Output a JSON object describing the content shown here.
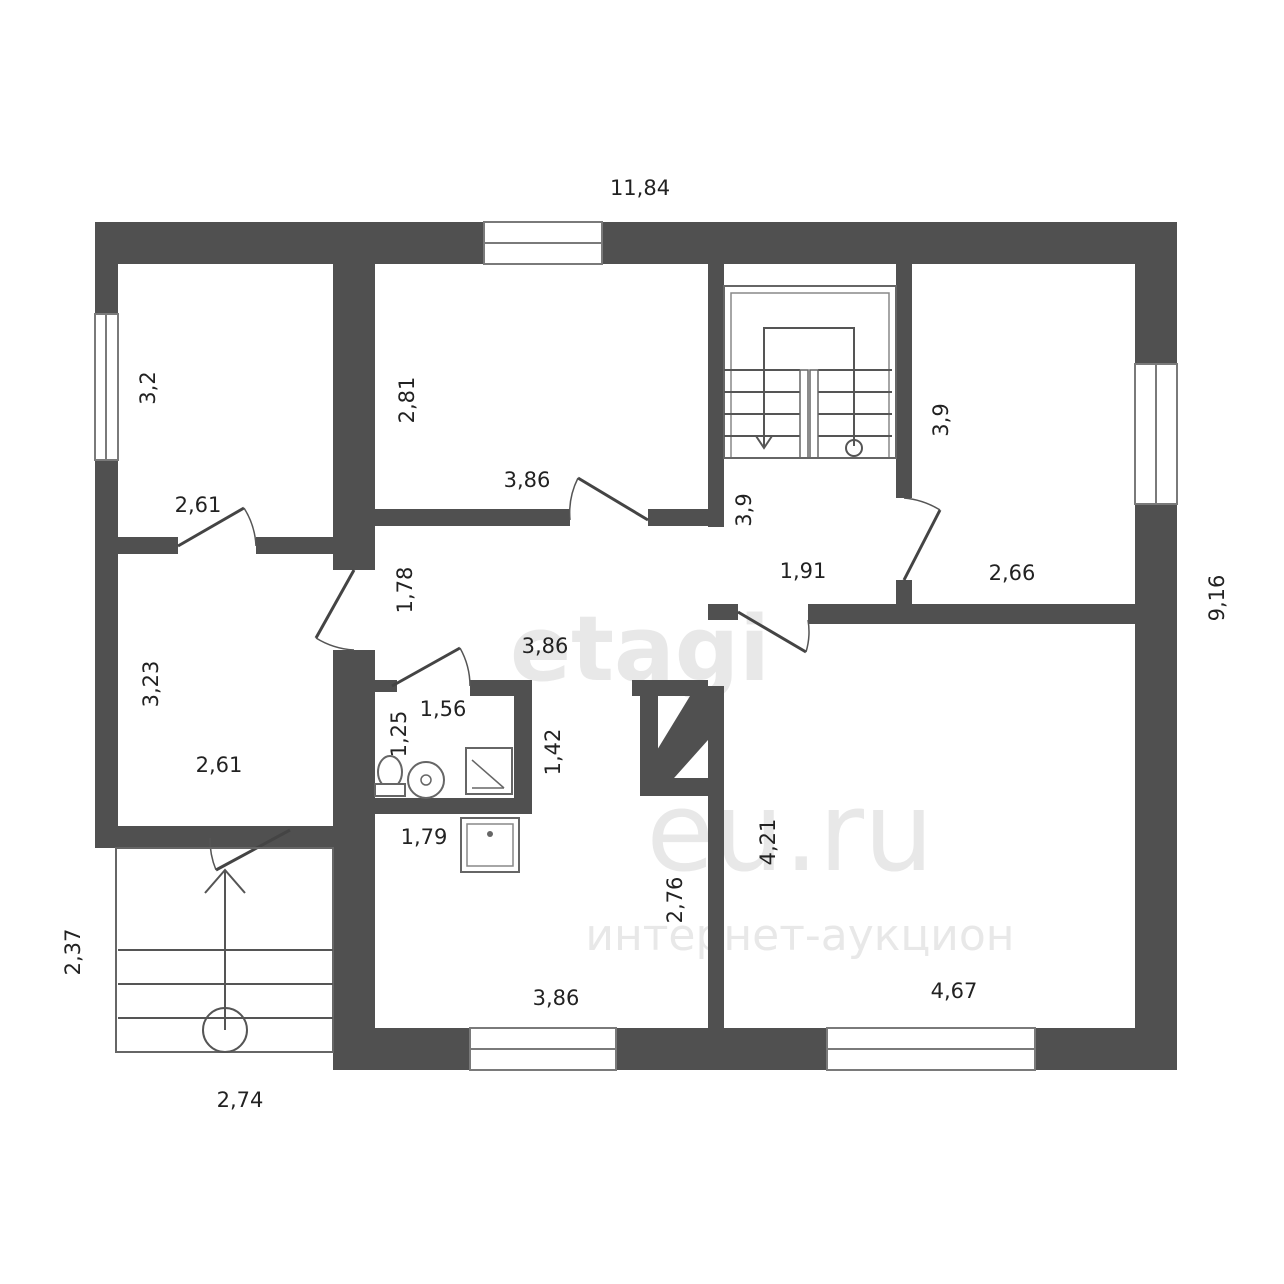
{
  "plan": {
    "total_width": "11,84",
    "total_depth": "9,16",
    "porch": {
      "width": "2,74",
      "depth": "2,37"
    },
    "rooms": {
      "room_nw": {
        "depth": "3,2",
        "width": "2,61"
      },
      "room_n_center": {
        "depth": "2,81",
        "width": "3,86"
      },
      "stair_hall": {
        "depth": "3,9",
        "width": "1,91"
      },
      "room_ne": {
        "depth": "3,9",
        "width": "2,66"
      },
      "room_w": {
        "depth": "3,23",
        "width": "2,61"
      },
      "corridor": {
        "depth": "1,78",
        "width": "3,86"
      },
      "bathroom": {
        "depth": "1,25",
        "width": "1,56"
      },
      "passage": {
        "depth": "1,42"
      },
      "kitchen": {
        "depth": "2,76",
        "width": "3,86",
        "sink_width": "1,79"
      },
      "living": {
        "depth": "4,21",
        "width": "4,67"
      }
    }
  },
  "watermark": {
    "logo": "etagi",
    "domain": "eu.ru",
    "tagline": "интернет-аукцион"
  },
  "colors": {
    "wall": "#505050",
    "background": "#ffffff",
    "window_stroke": "#7a7a7a"
  }
}
